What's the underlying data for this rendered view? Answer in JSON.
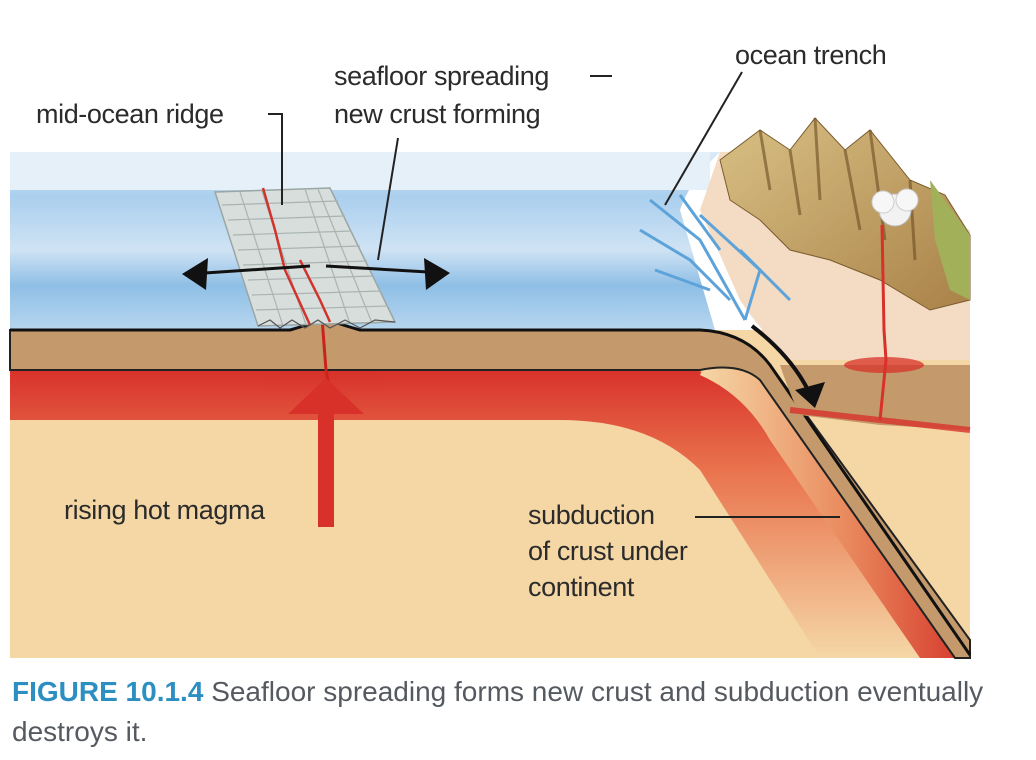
{
  "labels": {
    "mid_ocean_ridge": "mid-ocean ridge",
    "seafloor_spreading_line1": "seafloor spreading",
    "seafloor_spreading_line2": "new crust forming",
    "ocean_trench": "ocean trench",
    "rising_hot_magma": "rising hot magma",
    "subduction_line1": "subduction",
    "subduction_line2": "of crust under",
    "subduction_line3": "continent"
  },
  "caption": {
    "figure_number": "FIGURE 10.1.4",
    "text": "Seafloor spreading forms new crust and subduction eventually destroys it."
  },
  "colors": {
    "figure_number": "#2d8fc1",
    "ocean": "#a7cceb",
    "mantle": "#f5d7a6",
    "crust": "#c49a6c",
    "magma": "#d8312a"
  },
  "icons": [
    "spreading-arrow-left",
    "spreading-arrow-right",
    "magma-up-arrow",
    "subduction-arrow",
    "volcano-eruption-cloud"
  ]
}
